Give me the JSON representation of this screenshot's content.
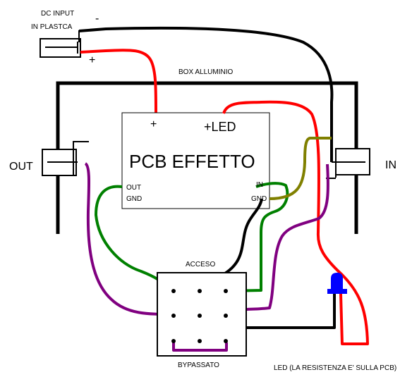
{
  "labels": {
    "dc_input": "DC INPUT",
    "in_plastica": "IN PLASTCA",
    "minus": "-",
    "plus": "+",
    "box": "BOX ALLUMINIO",
    "pcb_plus": "+",
    "pcb_led": "+LED",
    "pcb_title": "PCB EFFETTO",
    "pcb_out": "OUT",
    "pcb_gnd_left": "GND",
    "pcb_in": "IN",
    "pcb_gnd_right": "GND",
    "out_jack": "OUT",
    "in_jack": "IN",
    "acceso": "ACCESO",
    "bypassato": "BYPASSATO",
    "led_note": "LED (LA RESISTENZA E' SULLA PCB)"
  },
  "colors": {
    "box": "#000000",
    "red_wire": "#ff0000",
    "black_wire": "#000000",
    "purple_wire": "#800080",
    "green_wire": "#008000",
    "olive_wire": "#808000",
    "led": "#0000ff"
  }
}
